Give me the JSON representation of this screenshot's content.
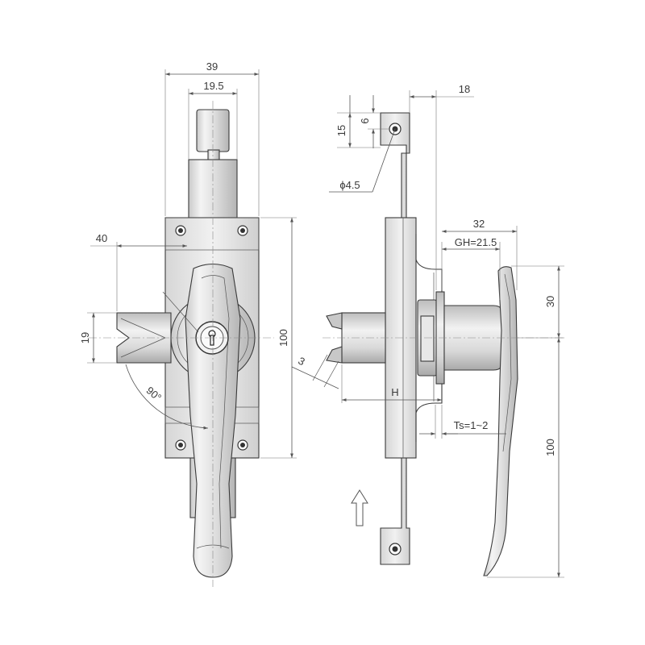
{
  "dimensions": {
    "front_width_overall": "39",
    "front_width_top": "19.5",
    "bolt_throw": "40",
    "bolt_height": "19",
    "rotation_angle": "90°",
    "plate_height": "100",
    "side_bracket_offset": "18",
    "hole_spacing": "15",
    "hole_offset": "6",
    "hole_diameter": "ϕ4.5",
    "handle_projection": "32",
    "grip_height": "GH=21.5",
    "handle_top": "30",
    "handle_length": "100",
    "bevel": "3",
    "housing_depth": "H",
    "panel_thickness": "Ts=1~2"
  },
  "icons": {
    "arrow": "up-arrow-icon",
    "keyhole": "keyhole-icon"
  }
}
